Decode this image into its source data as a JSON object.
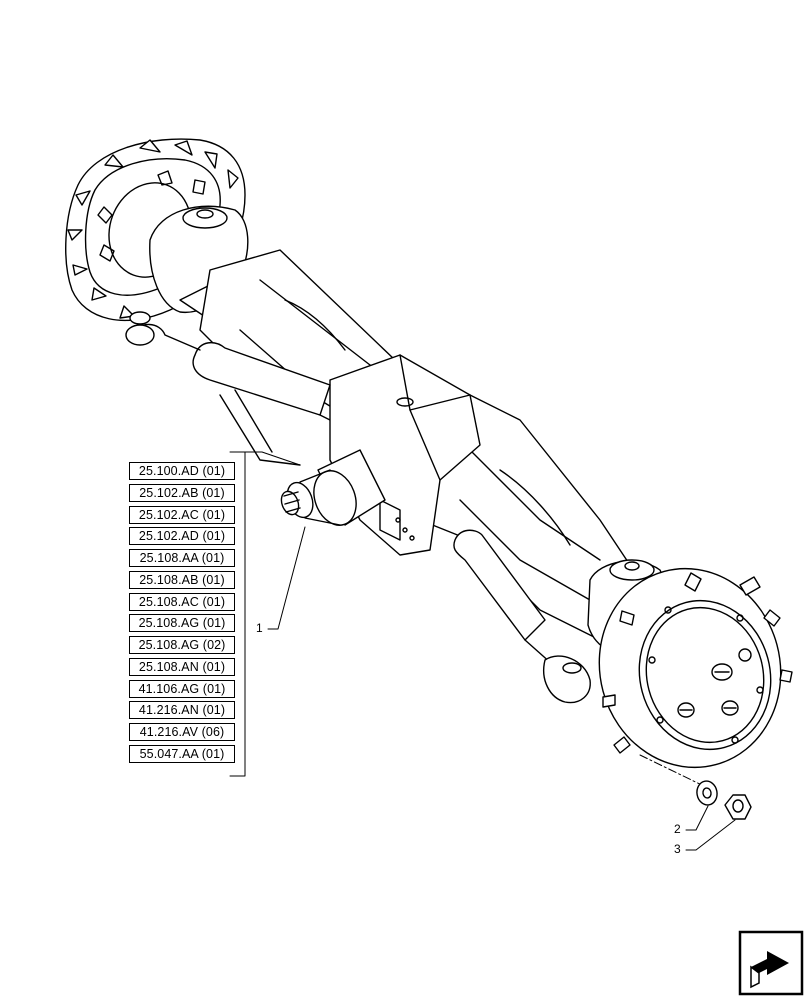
{
  "references": [
    "25.100.AD (01)",
    "25.102.AB (01)",
    "25.102.AC (01)",
    "25.102.AD (01)",
    "25.108.AA (01)",
    "25.108.AB (01)",
    "25.108.AC (01)",
    "25.108.AG (01)",
    "25.108.AG (02)",
    "25.108.AN (01)",
    "41.106.AG (01)",
    "41.216.AN (01)",
    "41.216.AV (06)",
    "55.047.AA (01)"
  ],
  "callouts": {
    "item1": "1",
    "item2": "2",
    "item3": "3"
  },
  "icons": {
    "nav": "next-page-arrow-icon"
  }
}
